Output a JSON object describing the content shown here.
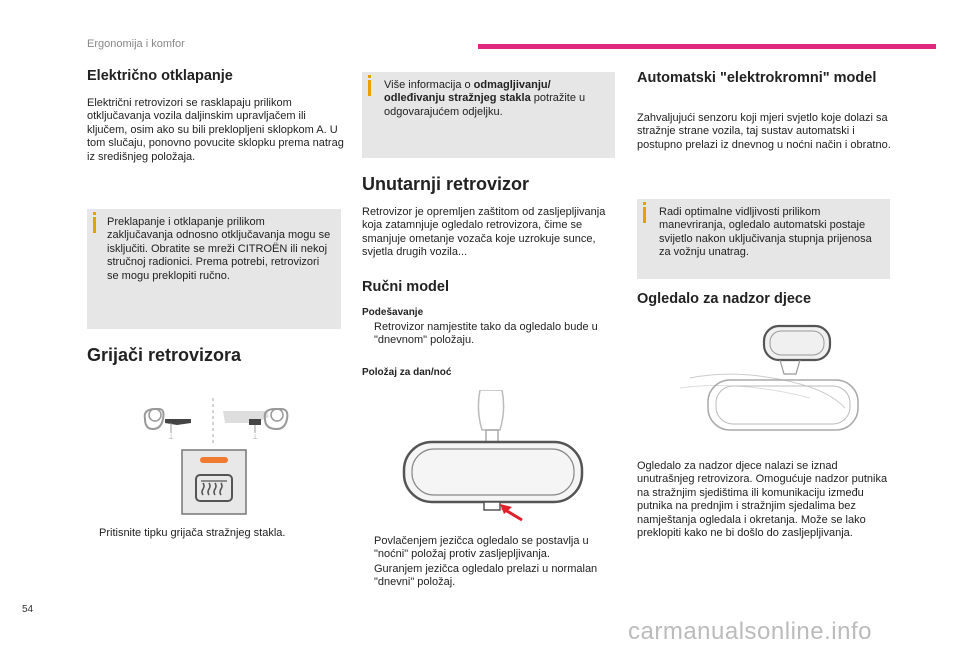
{
  "header": {
    "section": "Ergonomija i komfor"
  },
  "col1": {
    "title1": "Električno otklapanje",
    "para1": "Električni retrovizori se rasklapaju prilikom otključavanja vozila daljinskim upravljačem ili ključem, osim ako su bili preklopljeni sklopkom A. U tom slučaju, ponovno povucite sklopku prema natrag iz središnjeg položaja.",
    "note1": "Preklapanje i otklapanje prilikom zaključavanja odnosno otključavanja mogu se isključiti. Obratite se mreži CITROËN ili nekoj stručnoj radionici. Prema potrebi, retrovizori se mogu preklopiti ručno.",
    "title2": "Grijači retrovizora",
    "bullet1": "Pritisnite tipku grijača stražnjeg stakla."
  },
  "col2": {
    "note_pre": "Više informacija o ",
    "note_bold": "odmagljivanju/ odleđivanju stražnjeg stakla",
    "note_post": " potražite u odgovarajućem odjeljku.",
    "title_big": "Unutarnji retrovizor",
    "para1": "Retrovizor je opremljen zaštitom od zasljepljivanja koja zatamnjuje ogledalo retrovizora, čime se smanjuje ometanje vozača koje uzrokuje sunce, svjetla drugih vozila...",
    "title_manual": "Ručni model",
    "sub1": "Podešavanje",
    "bullet1": "Retrovizor namjestite tako da ogledalo bude u \"dnevnom\" položaju.",
    "sub2": "Položaj za dan/noć",
    "bullet2": "Povlačenjem jezičca ogledalo se postavlja u \"noćni\" položaj protiv zasljepljivanja.",
    "bullet3": "Guranjem jezičca ogledalo prelazi u normalan \"dnevni\" položaj."
  },
  "col3": {
    "title1": "Automatski \"elektrokromni\" model",
    "para1": "Zahvaljujući senzoru koji mjeri svjetlo koje dolazi sa stražnje strane vozila, taj sustav automatski i postupno prelazi iz dnevnog u noćni način i obratno.",
    "note1": "Radi optimalne vidljivosti prilikom manevriranja, ogledalo automatski postaje svijetlo nakon uključivanja stupnja prijenosa za vožnju unatrag.",
    "title2": "Ogledalo za nadzor djece",
    "para2": "Ogledalo za nadzor djece nalazi se iznad unutrašnjeg retrovizora. Omogućuje nadzor putnika na stražnjim sjedištima ili komunikaciju između putnika na prednjim i stražnjim sjedalima bez namještanja ogledala i okretanja. Može se lako preklopiti kako ne bi došlo do zasljepljivanja."
  },
  "bullet_glyph": "",
  "footer": {
    "page": "54",
    "watermark": "carmanualsonline.info"
  },
  "colors": {
    "accent_pink": "#e0287f",
    "note_bg": "#e6e6e6",
    "info_bar": "#e6a000",
    "arrow_red": "#e0202a",
    "indicator_orange": "#f07a30"
  }
}
